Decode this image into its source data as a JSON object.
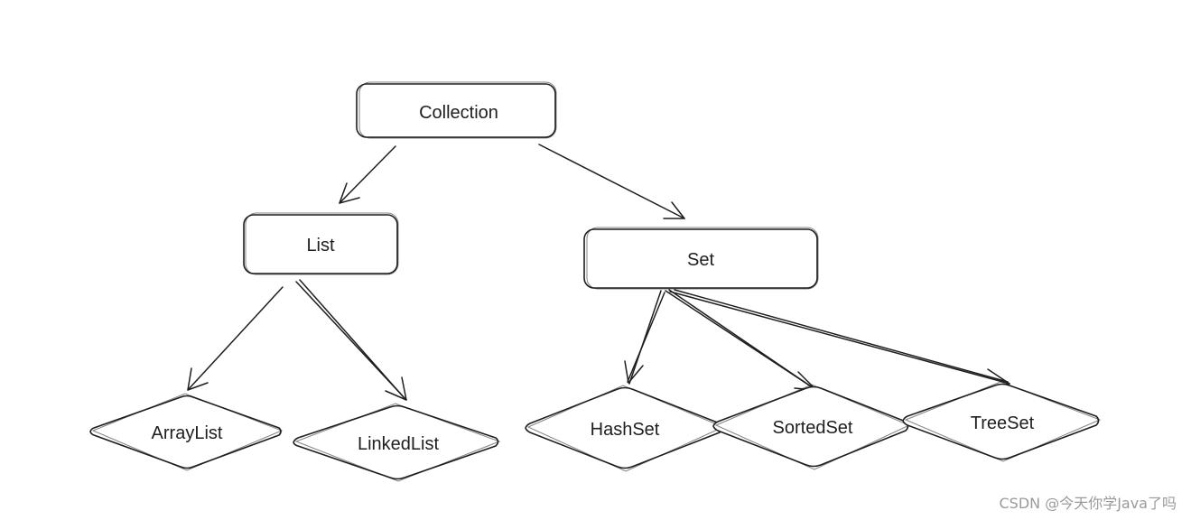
{
  "diagram": {
    "type": "hierarchy",
    "nodes": {
      "collection": {
        "label": "Collection",
        "shape": "rounded-rectangle"
      },
      "list": {
        "label": "List",
        "shape": "rounded-rectangle"
      },
      "set": {
        "label": "Set",
        "shape": "rounded-rectangle"
      },
      "arraylist": {
        "label": "ArrayList",
        "shape": "diamond"
      },
      "linkedlist": {
        "label": "LinkedList",
        "shape": "diamond"
      },
      "hashset": {
        "label": "HashSet",
        "shape": "diamond"
      },
      "sortedset": {
        "label": "SortedSet",
        "shape": "diamond"
      },
      "treeset": {
        "label": "TreeSet",
        "shape": "diamond"
      }
    },
    "edges": [
      {
        "from": "Collection",
        "to": "List"
      },
      {
        "from": "Collection",
        "to": "Set"
      },
      {
        "from": "List",
        "to": "ArrayList"
      },
      {
        "from": "List",
        "to": "LinkedList"
      },
      {
        "from": "Set",
        "to": "HashSet"
      },
      {
        "from": "Set",
        "to": "SortedSet"
      },
      {
        "from": "Set",
        "to": "TreeSet"
      }
    ],
    "colors": {
      "stroke": "#1e1e1e",
      "background": "#ffffff",
      "watermark": "#9a9a9a"
    }
  },
  "watermark": {
    "text": "CSDN @今天你学Java了吗"
  }
}
